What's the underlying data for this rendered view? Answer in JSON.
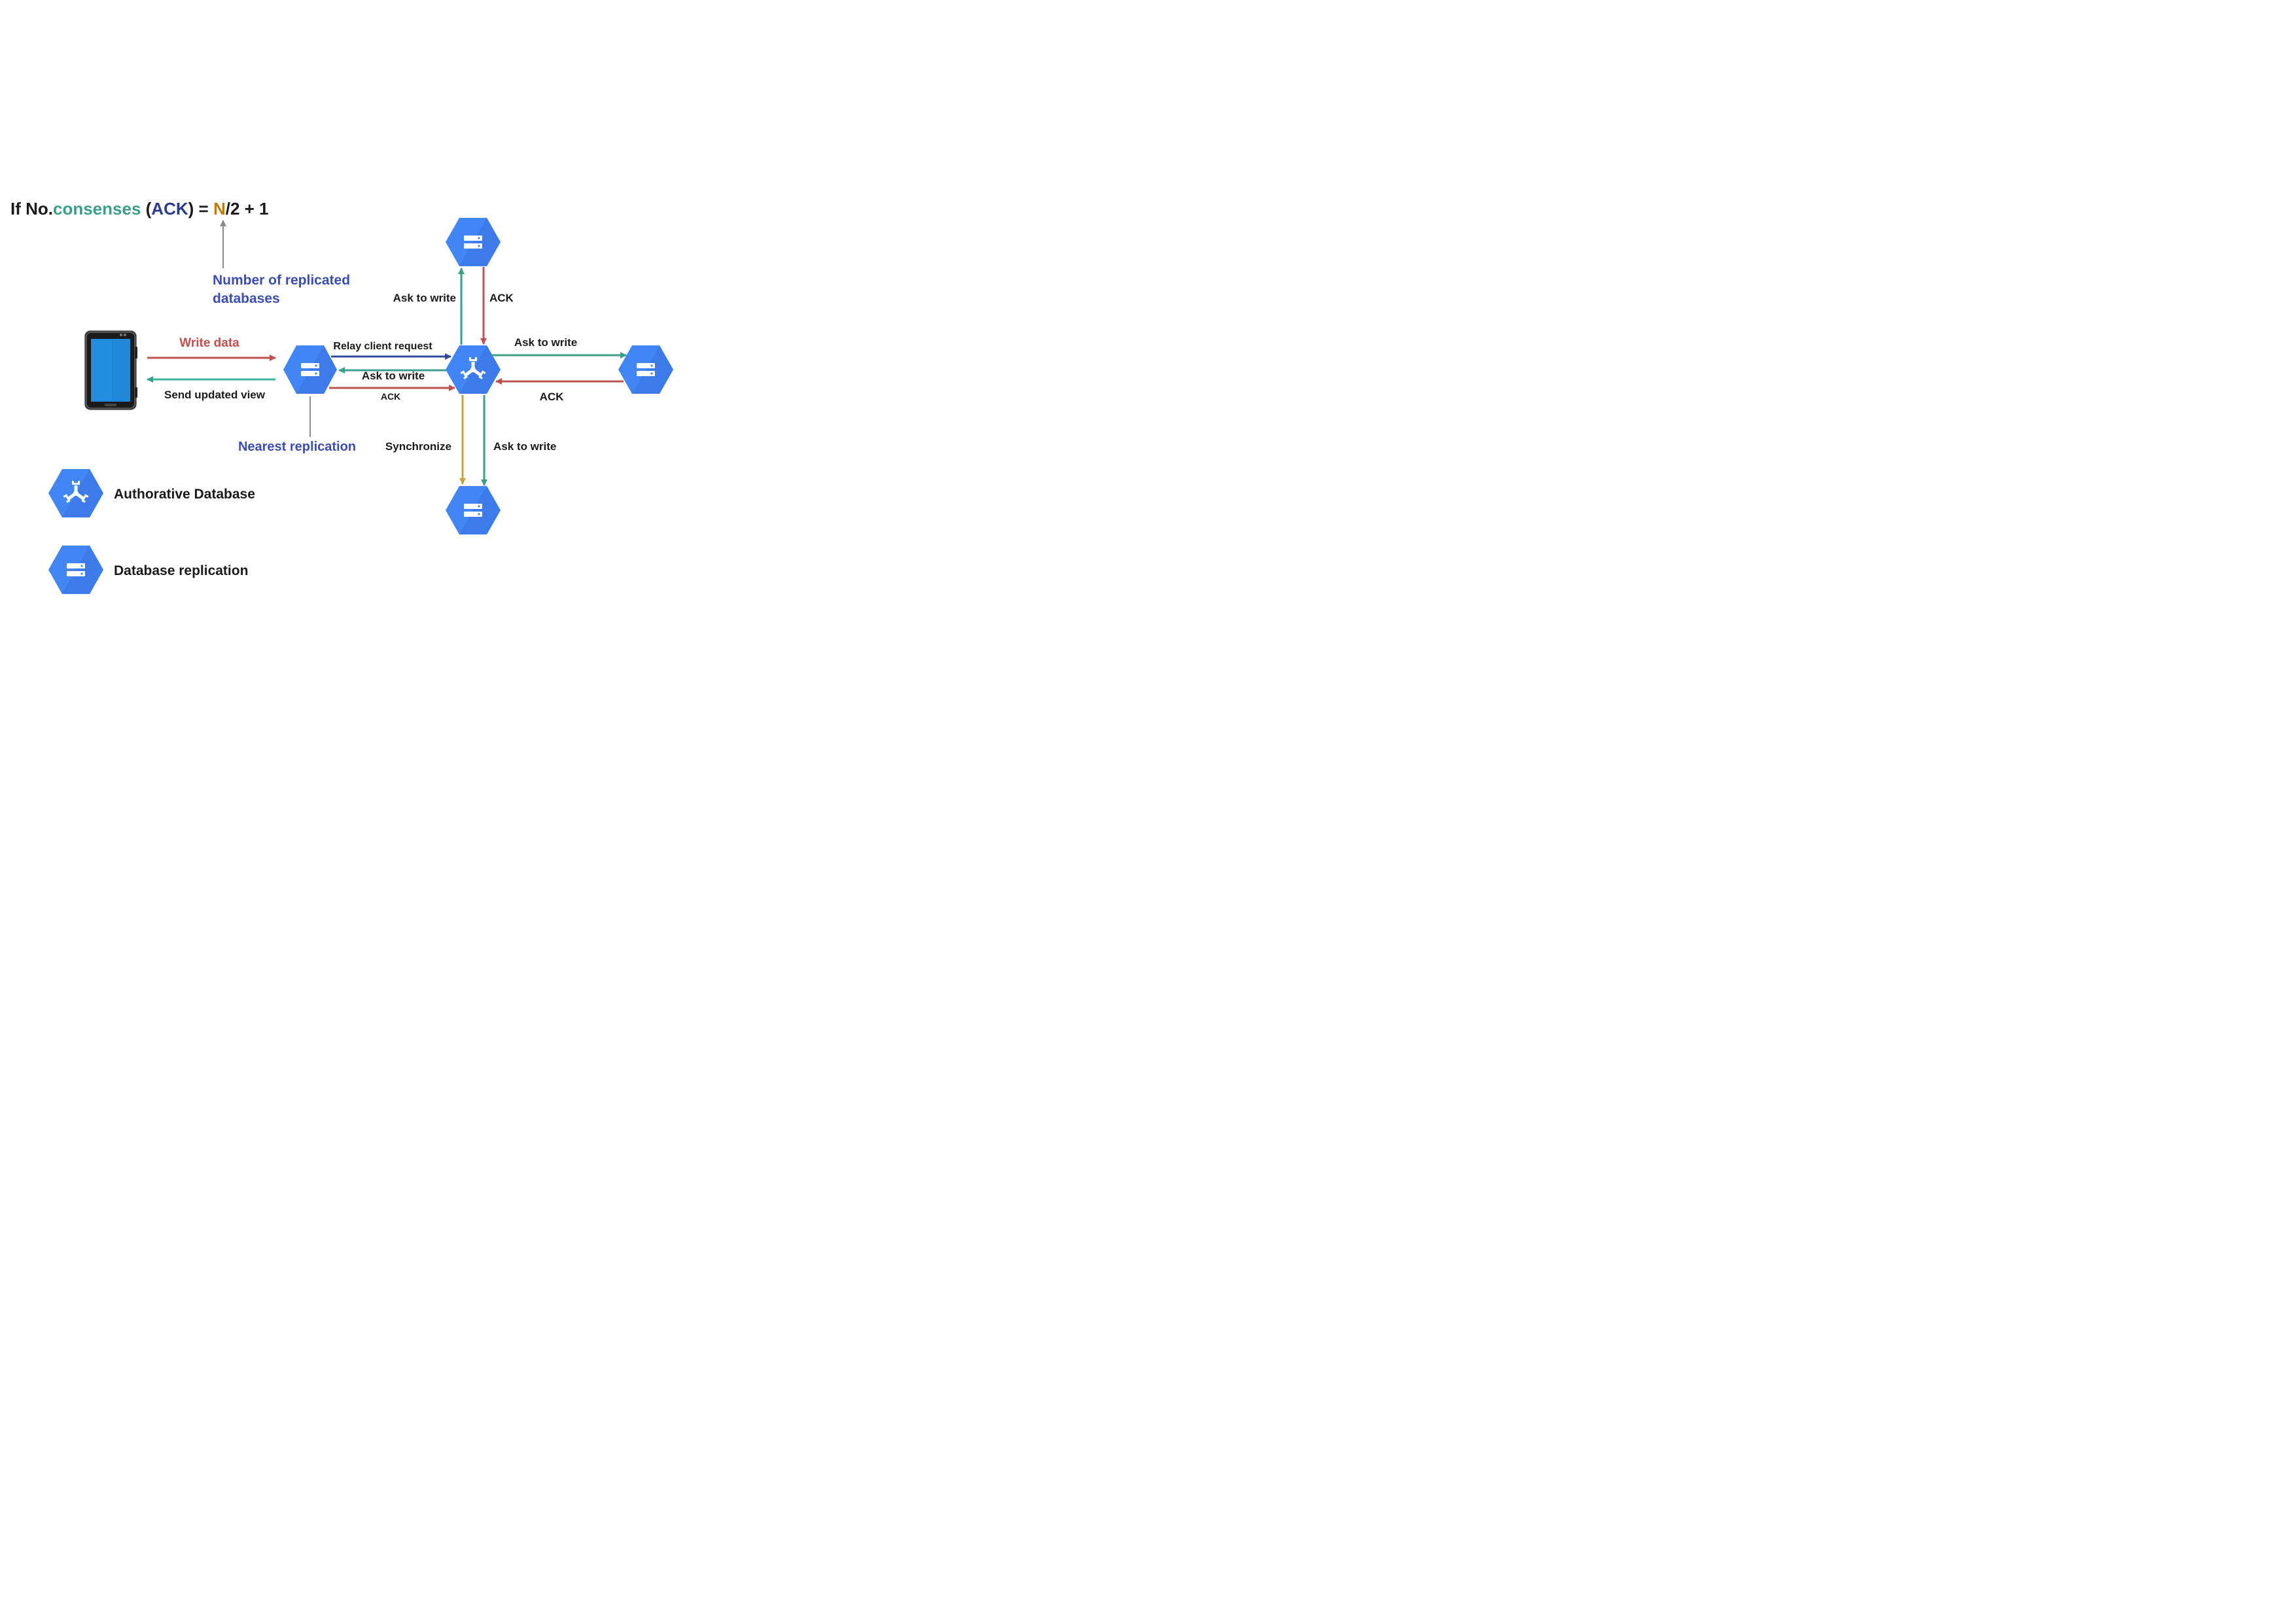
{
  "formula": {
    "prefix": "If No.",
    "consenses": "consenses",
    "open_paren": " (",
    "ack": "ACK",
    "equals": ") = ",
    "n": "N",
    "suffix": "/2 + 1"
  },
  "annotations": {
    "replicated_line1": "Number of replicated",
    "replicated_line2": "databases",
    "nearest": "Nearest replication"
  },
  "edges": {
    "write_data": "Write data",
    "send_updated_view": "Send updated view",
    "relay_client_request": "Relay client request",
    "ask_to_write_center": "Ask to write",
    "ack_center": "ACK",
    "ask_to_write_top": "Ask to write",
    "ack_top": "ACK",
    "ask_to_write_right": "Ask to write",
    "ack_right": "ACK",
    "synchronize": "Synchronize",
    "ask_to_write_bottom": "Ask to write"
  },
  "legend": {
    "authoritative": "Authorative Database",
    "replication": "Database replication"
  },
  "colors": {
    "hex": "#4285f4",
    "hex_shadow": "#3367d6",
    "teal": "#3a9e8a",
    "red": "#c0504d",
    "navy": "#2f4aa0",
    "gold": "#c9a13a",
    "gray": "#8a8a8a",
    "formula_teal": "#3a9e8a",
    "formula_navy": "#2b3a8c",
    "formula_orange": "#c07a10"
  },
  "icons": {
    "client": "tablet-icon",
    "authoritative": "hub-network-icon",
    "replica": "database-server-icon"
  }
}
